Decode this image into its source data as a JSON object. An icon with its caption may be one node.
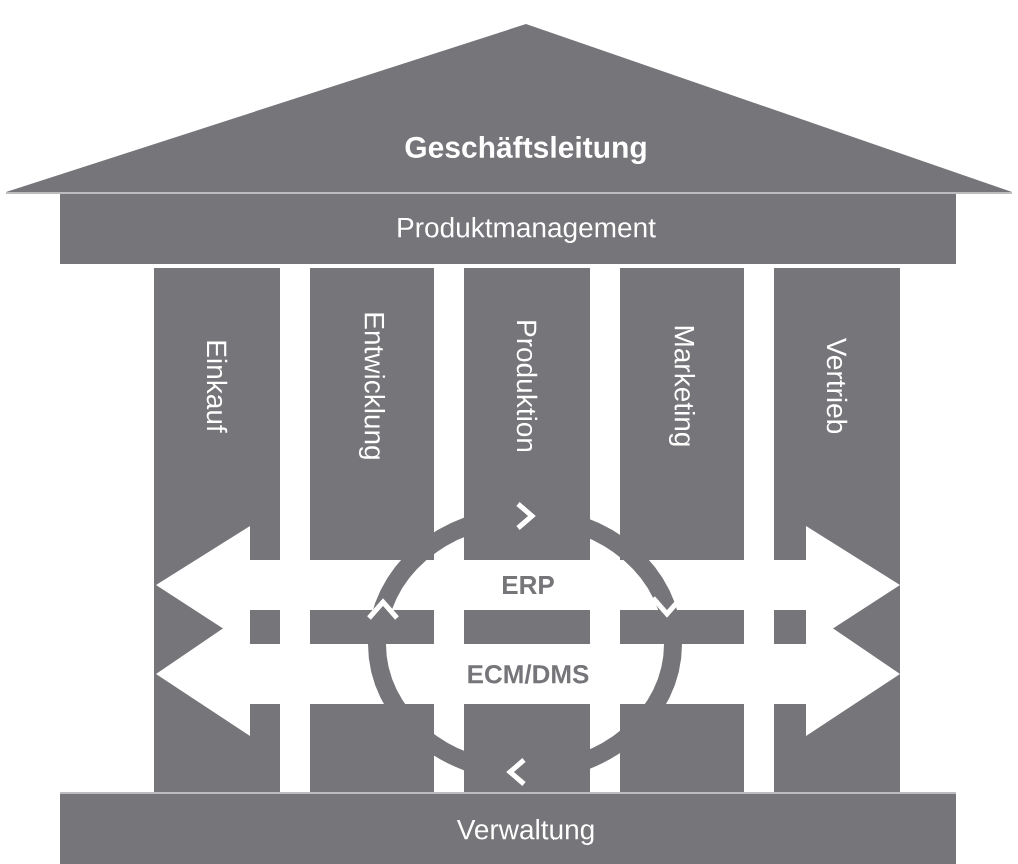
{
  "diagram": {
    "nodes": [
      {
        "text": [
          "Geschäftsleitung"
        ]
      },
      {
        "text": [
          "Produktmanagement"
        ]
      },
      {
        "text": [
          "Einkauf"
        ]
      },
      {
        "text": [
          "Entwicklung"
        ]
      },
      {
        "text": [
          "Produktion"
        ]
      },
      {
        "text": [
          "Marketing"
        ]
      },
      {
        "text": [
          "Vertrieb"
        ]
      },
      {
        "text": [
          "ERP"
        ]
      },
      {
        "text": [
          "ECM/DMS"
        ]
      },
      {
        "text": [
          "Verwaltung"
        ]
      }
    ]
  }
}
